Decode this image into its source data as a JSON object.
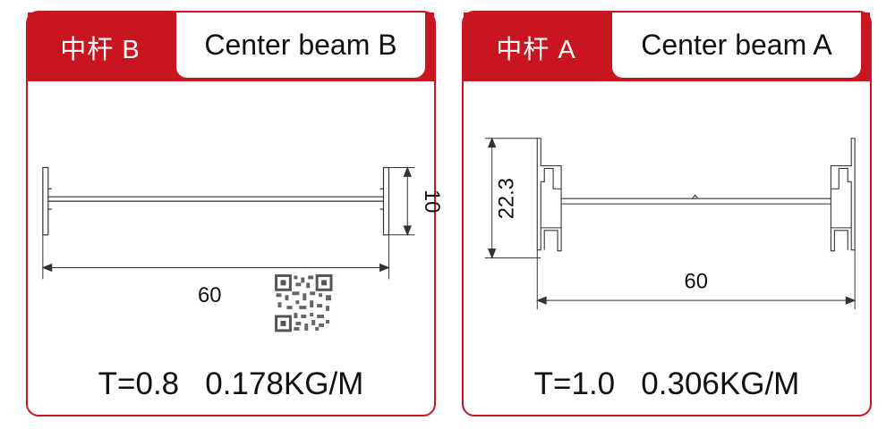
{
  "cards": [
    {
      "code_label": "中杆 B",
      "name": "Center beam B",
      "dimensions": {
        "width": "60",
        "height": "10"
      },
      "spec": "T=0.8   0.178KG/M"
    },
    {
      "code_label": "中杆 A",
      "name": "Center beam A",
      "dimensions": {
        "width": "60",
        "height": "22.3"
      },
      "spec": "T=1.0   0.306KG/M"
    }
  ],
  "colors": {
    "accent": "#c8151f",
    "line": "#333333"
  },
  "icons": {
    "qr": "qr-code-icon"
  }
}
